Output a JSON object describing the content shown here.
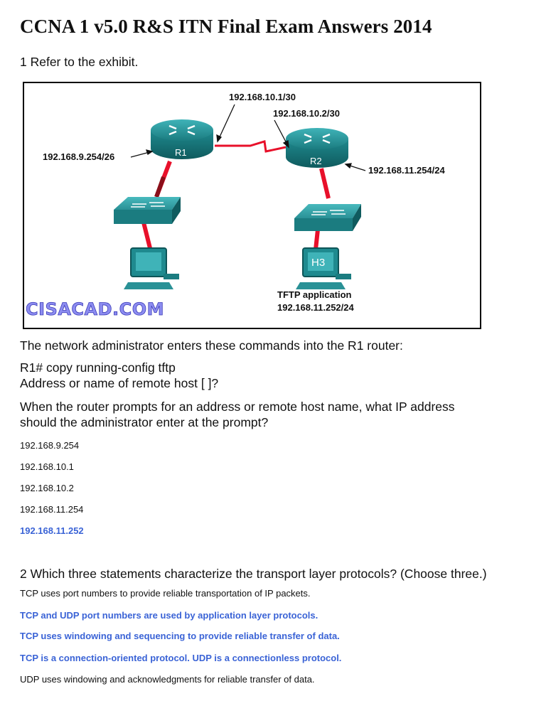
{
  "title": "CCNA 1 v5.0 R&S ITN Final Exam Answers 2014",
  "q1": {
    "heading": "1 Refer to the exhibit.",
    "exhibit": {
      "r1_label": "R1",
      "r2_label": "R2",
      "h3_label": "H3",
      "ip_r1_serial": "192.168.10.1/30",
      "ip_r2_serial": "192.168.10.2/30",
      "ip_r1_lan": "192.168.9.254/26",
      "ip_r2_lan": "192.168.11.254/24",
      "tftp_label": "TFTP application",
      "tftp_ip": "192.168.11.252/24",
      "watermark": "CISACAD.COM",
      "colors": {
        "router": "#1f8a8f",
        "link": "#e8102a",
        "watermark": "#8c8cf0"
      }
    },
    "intro": "The network administrator enters these commands into the R1 router:",
    "cmd1": "R1# copy running-config tftp",
    "cmd2": "Address or name of remote host [ ]?",
    "question_line1": "When the router prompts for an address or remote host name, what IP address",
    "question_line2": "should the administrator enter at the prompt?",
    "options": [
      {
        "text": "192.168.9.254",
        "correct": false
      },
      {
        "text": "192.168.10.1",
        "correct": false
      },
      {
        "text": "192.168.10.2",
        "correct": false
      },
      {
        "text": "192.168.11.254",
        "correct": false
      },
      {
        "text": "192.168.11.252",
        "correct": true
      }
    ]
  },
  "q2": {
    "heading": "2 Which three statements characterize the transport layer protocols? (Choose three.)",
    "options": [
      {
        "text": "TCP uses port numbers to provide reliable transportation of IP packets.",
        "correct": false
      },
      {
        "text": "TCP and UDP port numbers are used by application layer protocols.",
        "correct": true
      },
      {
        "text": "TCP uses windowing and sequencing to provide reliable transfer of data.",
        "correct": true
      },
      {
        "text": "TCP is a connection-oriented protocol. UDP is a connectionless protocol.",
        "correct": true
      },
      {
        "text": "UDP uses windowing and acknowledgments for reliable transfer of data.",
        "correct": false
      }
    ]
  },
  "colors": {
    "correct_answer": "#3a63d6",
    "text": "#111111"
  }
}
